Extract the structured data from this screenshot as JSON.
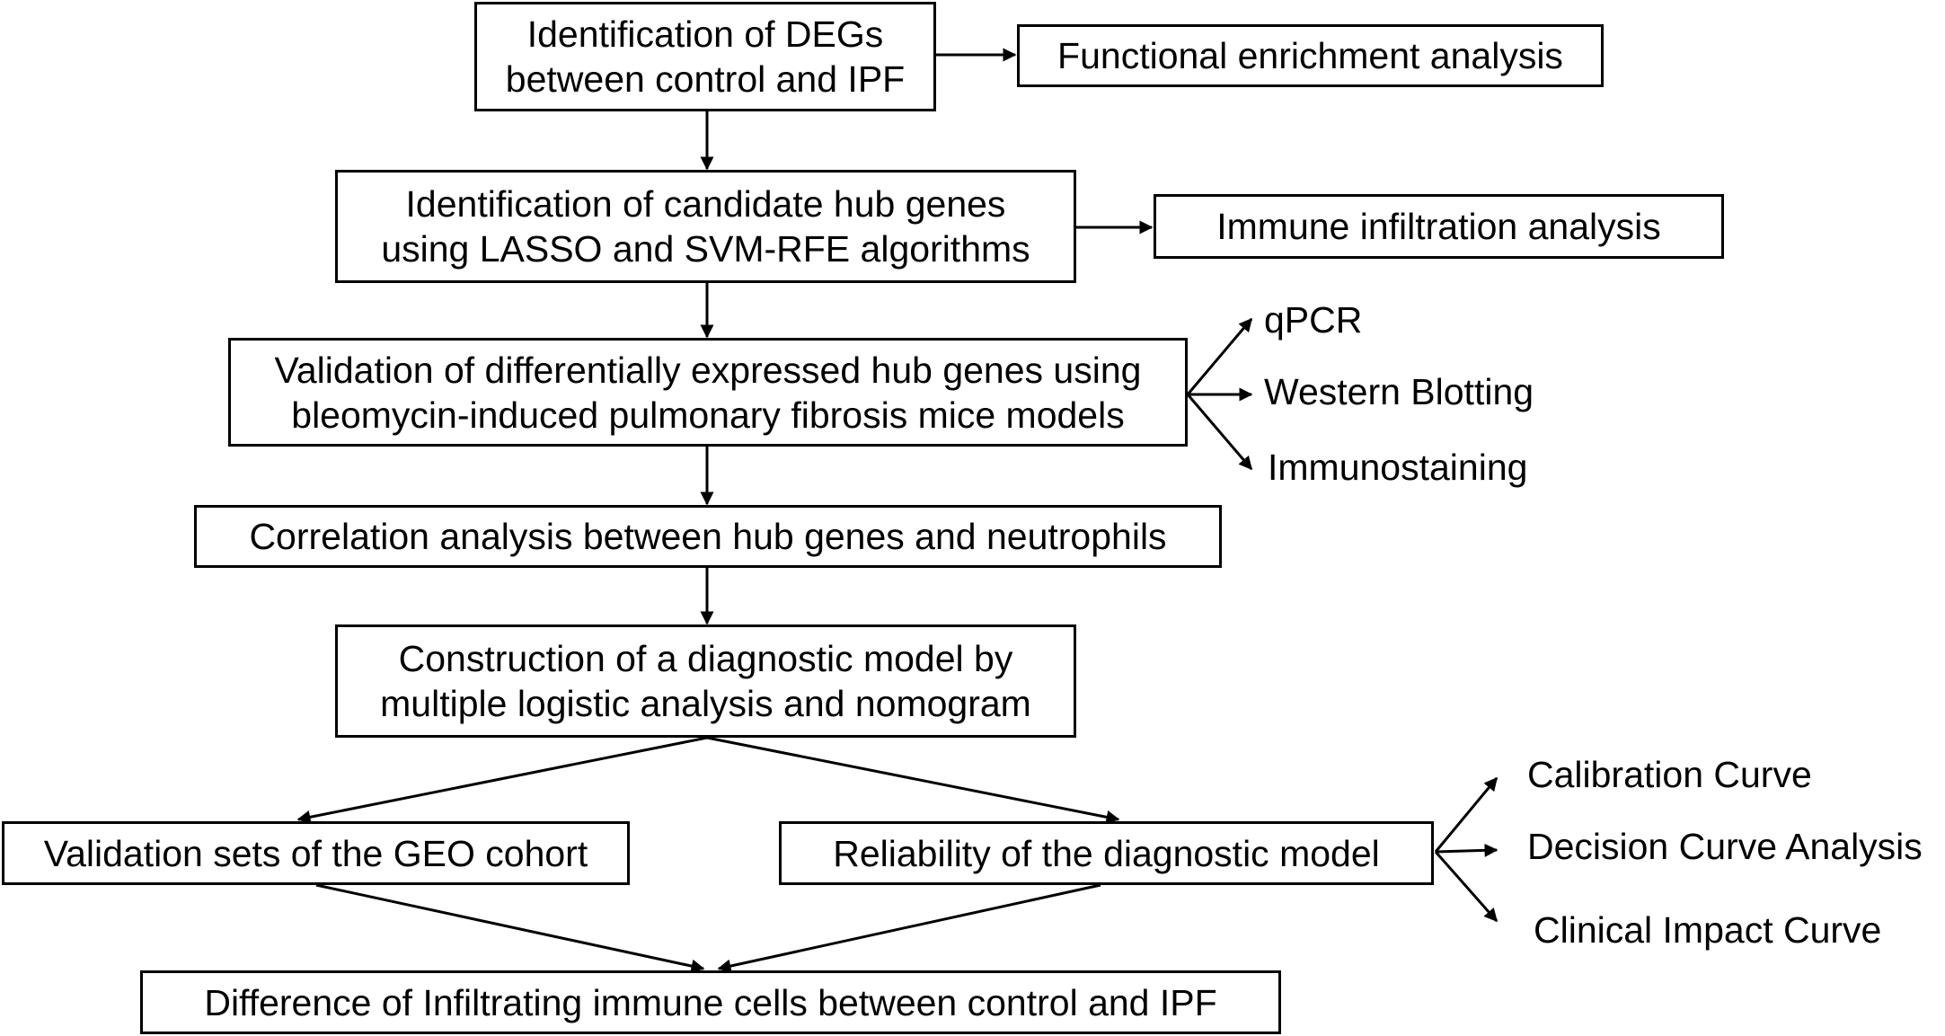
{
  "boxes": {
    "identify_degs": "Identification of DEGs\nbetween control and IPF",
    "functional_enrichment": "Functional enrichment analysis",
    "candidate_hub_genes": "Identification of candidate hub genes\nusing LASSO and SVM-RFE algorithms",
    "immune_infiltration": "Immune infiltration analysis",
    "validation_mice": "Validation of differentially expressed hub genes using\nbleomycin-induced pulmonary fibrosis  mice models",
    "correlation": "Correlation analysis between hub genes and neutrophils",
    "diagnostic_model": "Construction of a diagnostic model by\nmultiple logistic analysis and nomogram",
    "validation_geo": "Validation sets of the GEO cohort",
    "reliability": "Reliability of the diagnostic model",
    "difference_immune": "Difference of Infiltrating immune cells between control and IPF"
  },
  "validation_methods": [
    "qPCR",
    "Western Blotting",
    "Immunostaining"
  ],
  "reliability_methods": [
    "Calibration Curve",
    "Decision Curve Analysis",
    "Clinical Impact Curve"
  ]
}
